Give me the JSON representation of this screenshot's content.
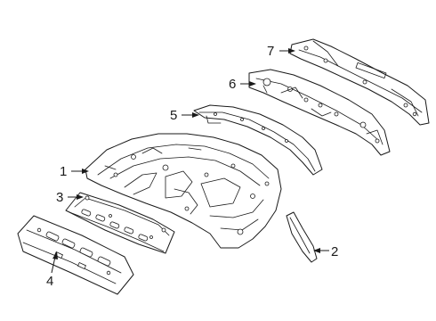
{
  "diagram": {
    "callouts": [
      "1",
      "2",
      "3",
      "4",
      "5",
      "6",
      "7"
    ],
    "colors": {
      "line": "#1a1a1a",
      "background": "#ffffff"
    }
  }
}
